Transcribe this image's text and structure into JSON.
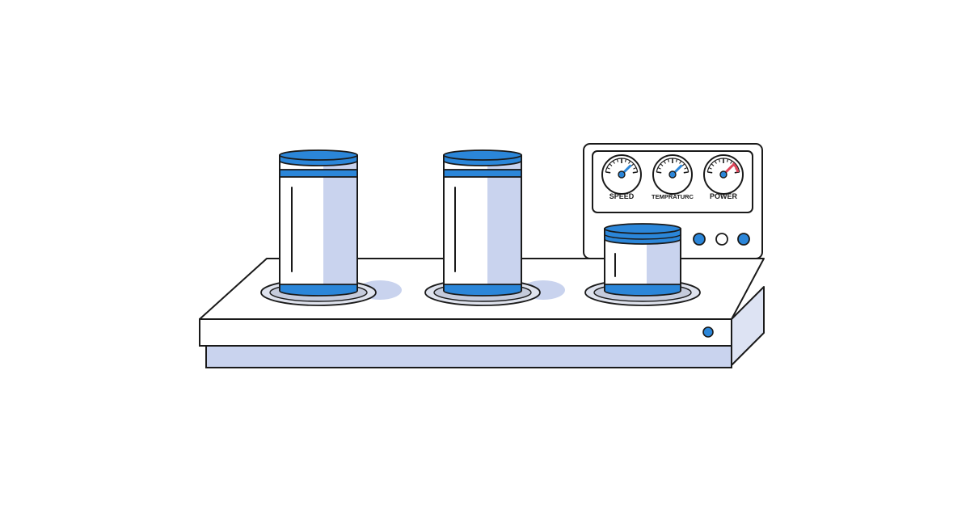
{
  "gauges": [
    {
      "label": "SPEED"
    },
    {
      "label": "TEMPRATURC"
    },
    {
      "label": "POWER"
    }
  ],
  "colors": {
    "outline": "#1a1a1a",
    "accent_blue": "#2b86d9",
    "shade_blue": "#c9d3ee",
    "ring_gray": "#cfd4e2",
    "panel_white": "#ffffff",
    "needle_red": "#e0455a"
  },
  "indicator_lights": [
    {
      "state": "on",
      "color": "#2b86d9"
    },
    {
      "state": "off",
      "color": "#ffffff"
    },
    {
      "state": "on",
      "color": "#2b86d9"
    }
  ]
}
